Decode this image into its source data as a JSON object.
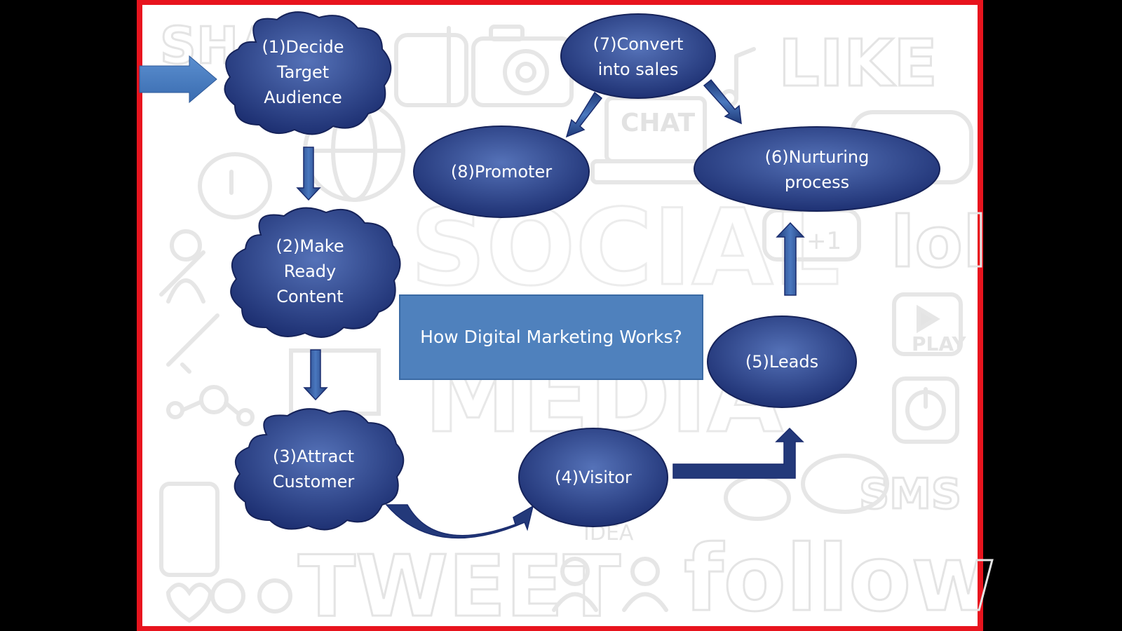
{
  "colors": {
    "frame": "#e8141e",
    "node_dark": "#1a2c6e",
    "node_light": "#4f6bb0",
    "title_box": "#4f81bd",
    "arrow_dark": "#1f3a78",
    "arrow_light": "#4a78bf"
  },
  "title": "How Digital Marketing Works?",
  "nodes": {
    "n1": [
      "(1)Decide",
      "Target",
      "Audience"
    ],
    "n2": [
      "(2)Make",
      "Ready",
      "Content"
    ],
    "n3": [
      "(3)Attract",
      "Customer"
    ],
    "n4": [
      "(4)Visitor"
    ],
    "n5": [
      "(5)Leads"
    ],
    "n6": [
      "(6)Nurturing",
      "process"
    ],
    "n7": [
      "(7)Convert",
      "into sales"
    ],
    "n8": [
      "(8)Promoter"
    ]
  },
  "background_words": {
    "like": "LIKE",
    "chat": "CHAT",
    "social": "SOCIAL",
    "media": "MEDIA",
    "tweet": "TWEET",
    "follow": "follow",
    "sms": "SMS",
    "play": "PLAY",
    "lol": "lol",
    "plus_one": "+1",
    "idea": "IDEA",
    "sha": "SHA"
  },
  "background_icons": [
    "camera-icon",
    "globe-icon",
    "laptop-icon",
    "phone-icon",
    "power-icon",
    "play-icon",
    "person-icon",
    "speech-bubble-icon",
    "music-note-icon",
    "heart-icon",
    "smiley-icon"
  ]
}
